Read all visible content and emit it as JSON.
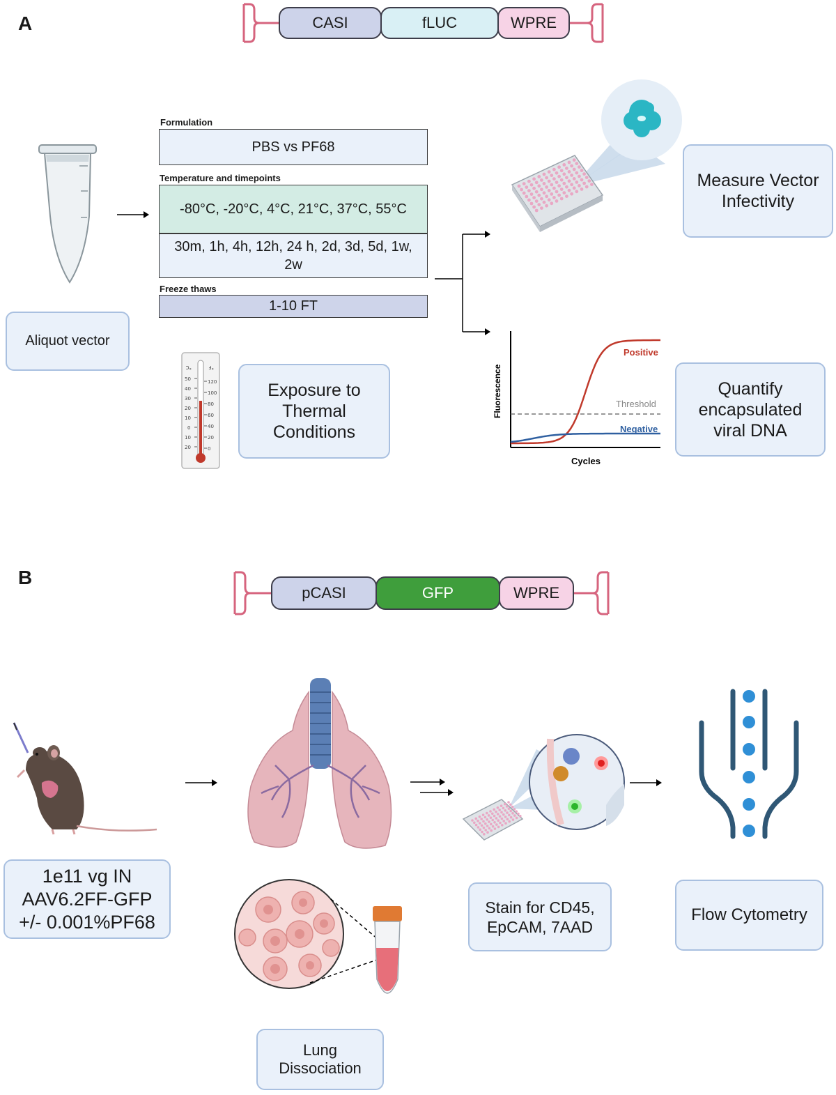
{
  "panels": {
    "a": "A",
    "b": "B"
  },
  "construct_a": {
    "segments": [
      "CASI",
      "fLUC",
      "WPRE"
    ]
  },
  "construct_b": {
    "segments": [
      "pCASI",
      "GFP",
      "WPRE"
    ]
  },
  "panel_a": {
    "aliquot": "Aliquot vector",
    "formulation_title": "Formulation",
    "formulation_value": "PBS vs PF68",
    "temp_title": "Temperature and timepoints",
    "temp_value": "-80°C, -20°C, 4°C, 21°C, 37°C, 55°C",
    "time_value": "30m, 1h, 4h, 12h, 24 h, 2d, 3d, 5d, 1w, 2w",
    "freeze_title": "Freeze thaws",
    "freeze_value": "1-10 FT",
    "exposure": "Exposure to Thermal Conditions",
    "infectivity": "Measure Vector Infectivity",
    "quantify": "Quantify encapsulated viral DNA",
    "thermometer": {
      "c_unit": "°C",
      "f_unit": "°F",
      "c_ticks": [
        "50",
        "40",
        "30",
        "20",
        "10",
        "0",
        "10",
        "20"
      ],
      "f_ticks": [
        "120",
        "100",
        "80",
        "60",
        "40",
        "20",
        "0"
      ]
    }
  },
  "qpcr_chart": {
    "type": "line",
    "xlabel": "Cycles",
    "ylabel": "Fluorescence",
    "threshold_label": "Threshold",
    "series": [
      {
        "name": "Positive",
        "color": "#c0392b"
      },
      {
        "name": "Negative",
        "color": "#2e5fa0"
      }
    ]
  },
  "panel_b": {
    "dose": "1e11 vg IN AAV6.2FF-GFP +/- 0.001%PF68",
    "lung": "Lung Dissociation",
    "stain": "Stain for CD45, EpCAM, 7AAD",
    "flow": "Flow Cytometry"
  },
  "colors": {
    "construct_casi": "#cdd3ea",
    "construct_fluc": "#d9f0f5",
    "construct_wpre": "#f7d3e6",
    "construct_gfp": "#3f9e3c",
    "itr": "#d6647e",
    "box_fill": "#eaf1fa",
    "box_border": "#a9c0e0",
    "temp_fill": "#d3ece4",
    "freeze_fill": "#ced4ea"
  }
}
